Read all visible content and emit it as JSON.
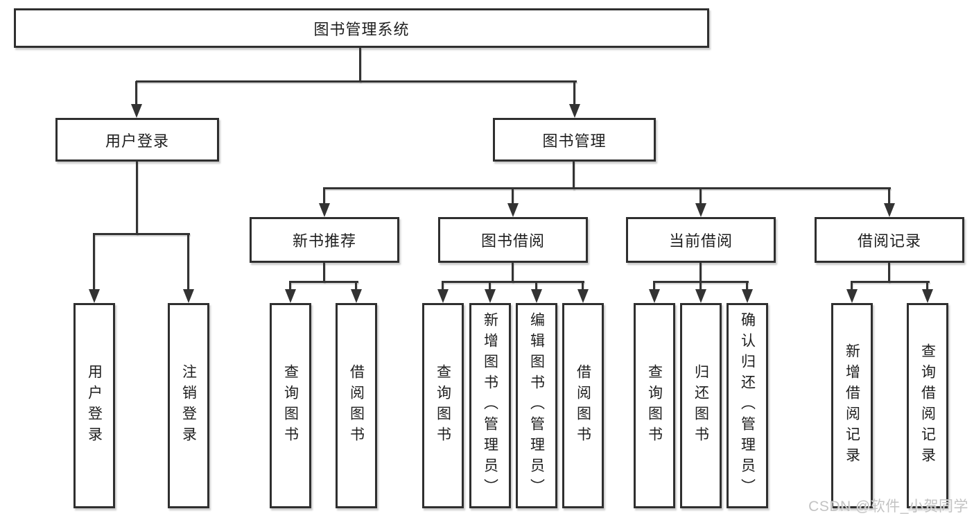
{
  "root": {
    "label": "图书管理系统"
  },
  "branches": {
    "login": {
      "label": "用户登录",
      "children": [
        {
          "label": "用户登录"
        },
        {
          "label": "注销登录"
        }
      ]
    },
    "management": {
      "label": "图书管理",
      "children": [
        {
          "label": "新书推荐",
          "children": [
            {
              "label": "查询图书"
            },
            {
              "label": "借阅图书"
            }
          ]
        },
        {
          "label": "图书借阅",
          "children": [
            {
              "label": "查询图书"
            },
            {
              "label": "新增图书（管理员）"
            },
            {
              "label": "编辑图书（管理员）"
            },
            {
              "label": "借阅图书"
            }
          ]
        },
        {
          "label": "当前借阅",
          "children": [
            {
              "label": "查询图书"
            },
            {
              "label": "归还图书"
            },
            {
              "label": "确认归还（管理员）"
            }
          ]
        },
        {
          "label": "借阅记录",
          "children": [
            {
              "label": "新增借阅记录"
            },
            {
              "label": "查询借阅记录"
            }
          ]
        }
      ]
    }
  },
  "watermark": "CSDN @软件_小贺同学",
  "colors": {
    "background": "#ffffff",
    "line": "#333333",
    "box_border": "#2f2f2f",
    "text": "#1e1e1e",
    "watermark": "#c3c3c3"
  }
}
